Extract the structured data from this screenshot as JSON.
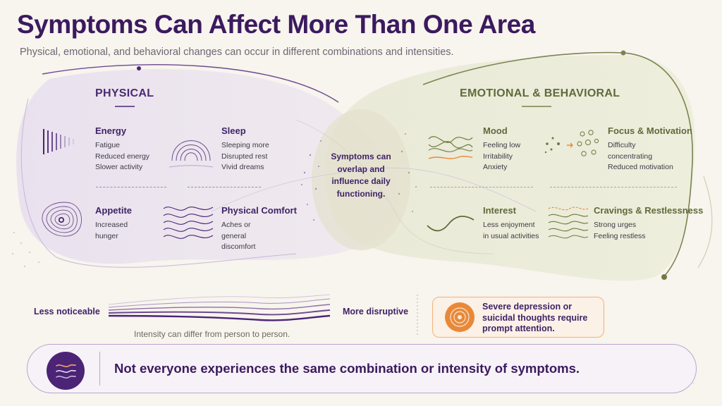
{
  "header": {
    "title": "Symptoms Can Affect More Than One Area",
    "subtitle": "Physical, emotional, and behavioral changes can occur in different combinations and intensities."
  },
  "physical": {
    "title": "PHYSICAL",
    "categories": [
      {
        "title": "Energy",
        "lines": [
          "Fatigue",
          "Reduced energy",
          "Slower activity"
        ],
        "icon": "bars-fading-icon"
      },
      {
        "title": "Sleep",
        "lines": [
          "Sleeping more",
          "Disrupted rest",
          "Vivid dreams"
        ],
        "icon": "arches-icon"
      },
      {
        "title": "Appetite",
        "lines": [
          "Increased",
          "hunger"
        ],
        "icon": "contour-rings-icon"
      },
      {
        "title": "Physical Comfort",
        "lines": [
          "Aches or",
          "general",
          "discomfort"
        ],
        "icon": "wavy-lines-icon"
      }
    ]
  },
  "emotional": {
    "title": "EMOTIONAL & BEHAVIORAL",
    "categories": [
      {
        "title": "Mood",
        "lines": [
          "Feeling low",
          "Irritability",
          "Anxiety"
        ],
        "icon": "interwoven-waves-icon"
      },
      {
        "title": "Focus & Motivation",
        "lines": [
          "Difficulty",
          "concentrating",
          "Reduced motivation"
        ],
        "icon": "scattered-dots-arrow-icon"
      },
      {
        "title": "Interest",
        "lines": [
          "Less enjoyment",
          "in usual activities"
        ],
        "icon": "single-wave-icon"
      },
      {
        "title": "Cravings & Restlessness",
        "lines": [
          "Strong urges",
          "Feeling restless"
        ],
        "icon": "restless-waves-icon"
      }
    ]
  },
  "overlap": {
    "text": "Symptoms can overlap and influence daily functioning."
  },
  "intensity": {
    "low_label": "Less noticeable",
    "high_label": "More disruptive",
    "caption": "Intensity can differ from person to person."
  },
  "alert": {
    "text": "Severe depression or suicidal thoughts require prompt attention.",
    "icon": "target-rings-icon"
  },
  "banner": {
    "text": "Not everyone experiences the same combination or intensity of symptoms.",
    "icon": "waves-badge-icon"
  },
  "colors": {
    "purple_dark": "#3b1a5f",
    "purple_accent": "#4b2476",
    "olive": "#5f6b3a",
    "orange": "#e8893a",
    "background": "#f8f4ee"
  }
}
